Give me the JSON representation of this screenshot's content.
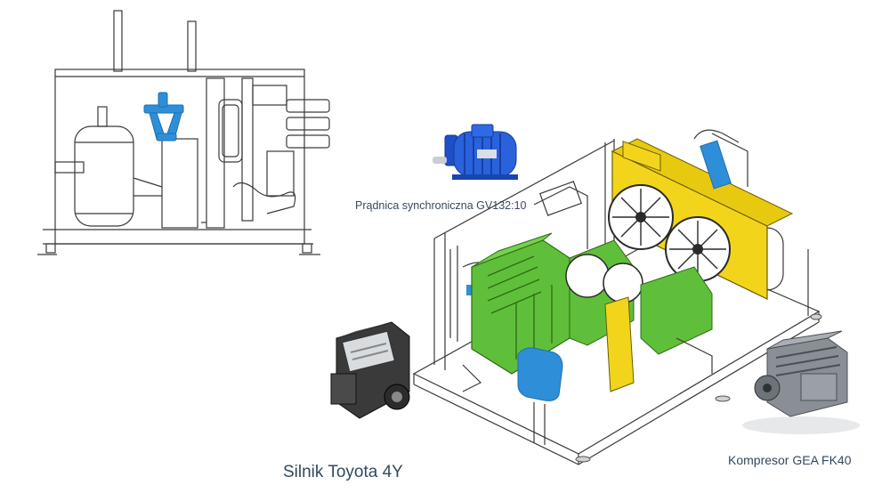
{
  "labels": {
    "generator": "Prądnica synchroniczna GV132:10",
    "engine": "Silnik Toyota 4Y",
    "compressor": "Kompresor GEA FK40"
  },
  "colors": {
    "line": "#3a3a3a",
    "accent_blue": "#2e8fd8",
    "generator_blue": "#1f4fc6",
    "engine_green": "#5fbf3a",
    "condenser_yellow": "#f2d51b",
    "engine_block_dark": "#2b2b2b",
    "compressor_gray": "#8a8f96"
  },
  "icons": {
    "generator": "electric-motor-icon",
    "engine": "engine-block-icon",
    "compressor": "compressor-icon"
  }
}
